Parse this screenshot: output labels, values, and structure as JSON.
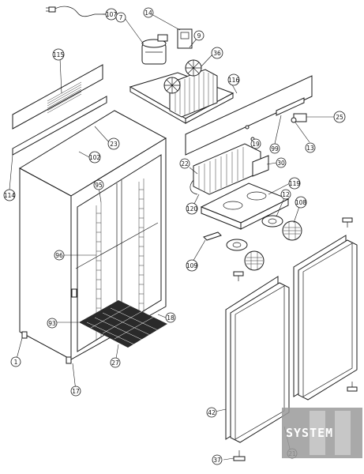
{
  "callouts": [
    {
      "id": "c107",
      "label": "107"
    },
    {
      "id": "c7",
      "label": "7"
    },
    {
      "id": "c14",
      "label": "14"
    },
    {
      "id": "c9",
      "label": "9"
    },
    {
      "id": "c36",
      "label": "36"
    },
    {
      "id": "c115",
      "label": "115"
    },
    {
      "id": "c116",
      "label": "116"
    },
    {
      "id": "c25",
      "label": "25"
    },
    {
      "id": "c13",
      "label": "13"
    },
    {
      "id": "c99",
      "label": "99"
    },
    {
      "id": "c19",
      "label": "19"
    },
    {
      "id": "c30",
      "label": "30"
    },
    {
      "id": "c23",
      "label": "23"
    },
    {
      "id": "c102",
      "label": "102"
    },
    {
      "id": "c114",
      "label": "114"
    },
    {
      "id": "c95",
      "label": "95"
    },
    {
      "id": "c22",
      "label": "22"
    },
    {
      "id": "c119",
      "label": "119"
    },
    {
      "id": "c120",
      "label": "120"
    },
    {
      "id": "c12",
      "label": "12"
    },
    {
      "id": "c108",
      "label": "108"
    },
    {
      "id": "c96",
      "label": "96"
    },
    {
      "id": "c109",
      "label": "109"
    },
    {
      "id": "c93",
      "label": "93"
    },
    {
      "id": "c18",
      "label": "18"
    },
    {
      "id": "c1",
      "label": "1"
    },
    {
      "id": "c27",
      "label": "27"
    },
    {
      "id": "c17",
      "label": "17"
    },
    {
      "id": "c42",
      "label": "42"
    },
    {
      "id": "c37",
      "label": "37"
    },
    {
      "id": "c21",
      "label": "21"
    }
  ],
  "logo": {
    "text": "SYSTEM",
    "background": "#9a9a9a",
    "foreground": "#ffffff"
  },
  "colors": {
    "line": "#1a1a1a",
    "background": "#ffffff"
  }
}
